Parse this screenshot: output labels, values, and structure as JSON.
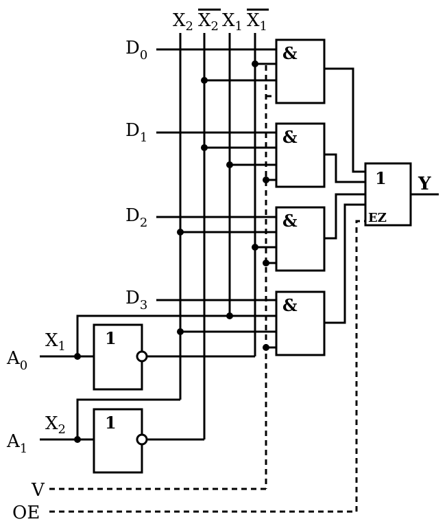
{
  "inputs": {
    "d0": {
      "main": "D",
      "sub": "0"
    },
    "d1": {
      "main": "D",
      "sub": "1"
    },
    "d2": {
      "main": "D",
      "sub": "2"
    },
    "d3": {
      "main": "D",
      "sub": "3"
    },
    "a0": {
      "main": "A",
      "sub": "0"
    },
    "a1": {
      "main": "A",
      "sub": "1"
    },
    "v": "V",
    "oe": "OE"
  },
  "bus_labels": {
    "x2": {
      "main": "X",
      "sub": "2"
    },
    "x2_bar": {
      "main": "X",
      "sub": "2"
    },
    "x1": {
      "main": "X",
      "sub": "1"
    },
    "x1_bar": {
      "main": "X",
      "sub": "1"
    }
  },
  "net_labels": {
    "x1": {
      "main": "X",
      "sub": "1"
    },
    "x2": {
      "main": "X",
      "sub": "2"
    }
  },
  "gates": {
    "and_symbol": "&",
    "or_symbol": "1",
    "not_symbol": "1",
    "enable_label": "EZ"
  },
  "output": "Y"
}
